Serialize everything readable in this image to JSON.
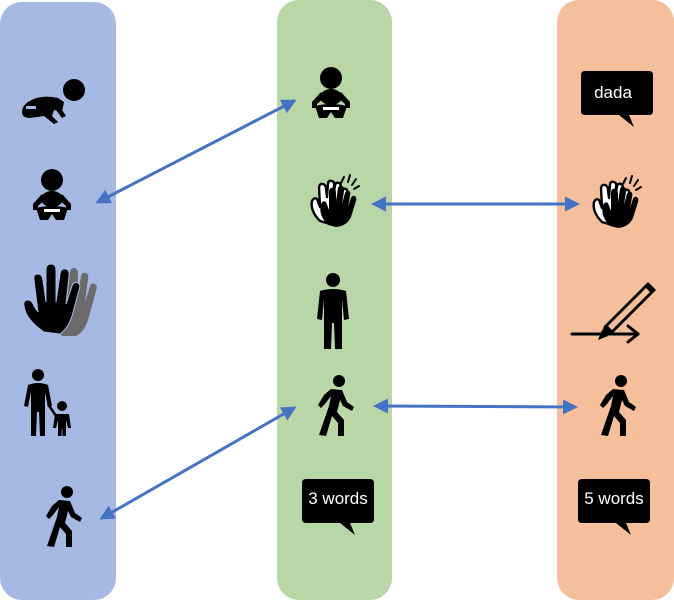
{
  "colors": {
    "left_column": "#a5b9e2",
    "middle_column": "#b9d7a6",
    "right_column": "#f5bf9b",
    "arrow": "#4472c4",
    "icon": "#000000",
    "icon_secondary": "#6b6b6b"
  },
  "columns": {
    "left": {
      "icons": [
        "crawling-baby-icon",
        "baby-icon",
        "hands-icon",
        "parent-child-icon",
        "walking-person-icon"
      ]
    },
    "middle": {
      "icons": [
        "baby-icon",
        "clapping-hands-icon",
        "standing-person-icon",
        "walking-person-icon",
        "speech-bubble-icon"
      ],
      "bubble_text": "3 words"
    },
    "right": {
      "icons": [
        "speech-bubble-icon",
        "clapping-hands-icon",
        "pencil-writing-icon",
        "walking-person-icon",
        "speech-bubble-icon"
      ],
      "top_bubble_text": "dada",
      "bottom_bubble_text": "5 words"
    }
  },
  "connections": [
    {
      "from": "middle.baby",
      "to": "left.baby",
      "direction": "both"
    },
    {
      "from": "middle.clapping",
      "to": "right.clapping",
      "direction": "both"
    },
    {
      "from": "middle.walking",
      "to": "right.walking",
      "direction": "both"
    },
    {
      "from": "middle.walking",
      "to": "left.walking",
      "direction": "both"
    }
  ]
}
